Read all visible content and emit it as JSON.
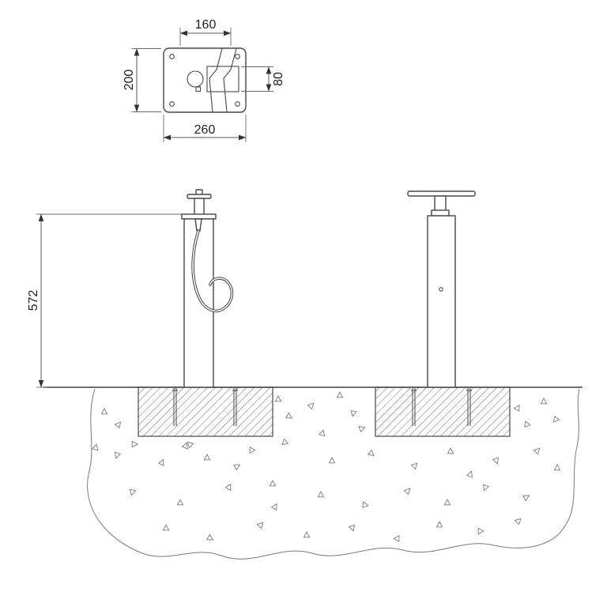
{
  "diagram": {
    "top_view": {
      "dim_width_inner": "160",
      "dim_height": "200",
      "dim_slot_height": "80",
      "dim_width_outer": "260"
    },
    "elevation": {
      "dim_post_height": "572"
    }
  }
}
